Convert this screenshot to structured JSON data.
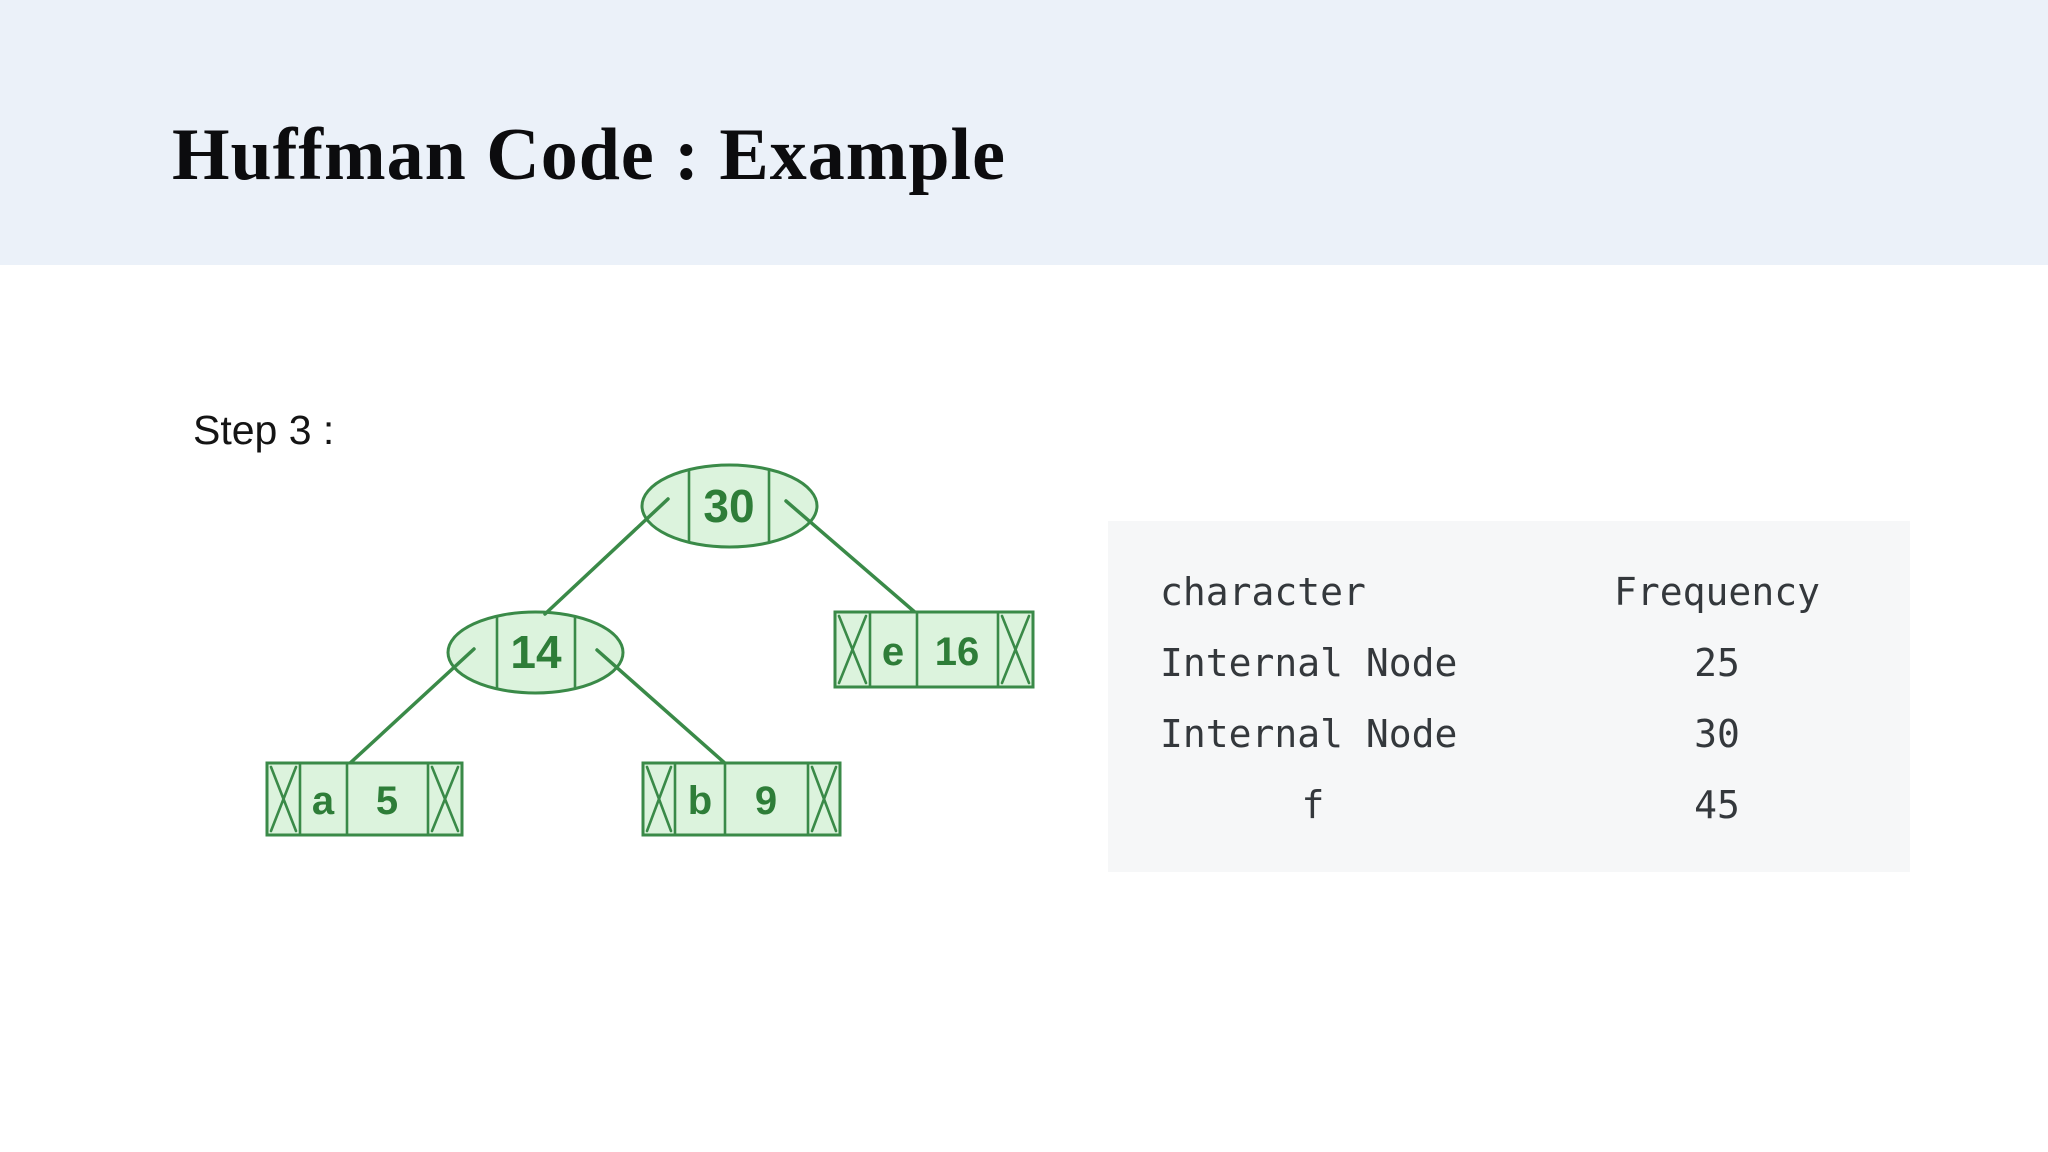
{
  "slide": {
    "title": "Huffman Code : Example",
    "step_label": "Step 3 :"
  },
  "tree": {
    "description": "Huffman tree at step 3",
    "root_node": {
      "type": "internal",
      "value": "30"
    },
    "internal_node": {
      "type": "internal",
      "value": "14"
    },
    "leaf_e": {
      "char": "e",
      "freq": "16"
    },
    "leaf_a": {
      "char": "a",
      "freq": "5"
    },
    "leaf_b": {
      "char": "b",
      "freq": "9"
    },
    "edges": [
      [
        "30",
        "14"
      ],
      [
        "30",
        "e:16"
      ],
      [
        "14",
        "a:5"
      ],
      [
        "14",
        "b:9"
      ]
    ]
  },
  "table": {
    "headers": [
      "character",
      "Frequency"
    ],
    "rows": [
      {
        "character": "Internal Node",
        "frequency": "25"
      },
      {
        "character": "Internal Node",
        "frequency": "30"
      },
      {
        "character": "f",
        "frequency": "45"
      }
    ]
  },
  "colors": {
    "header_band": "#ebf1f9",
    "page_background": "#ffffff",
    "tree_stroke": "#3a8a48",
    "tree_fill": "#dcf3dd",
    "tree_text": "#2e7d38",
    "table_background": "#f6f7f8",
    "table_text": "#34383c",
    "title_text": "#0c0c0e"
  }
}
